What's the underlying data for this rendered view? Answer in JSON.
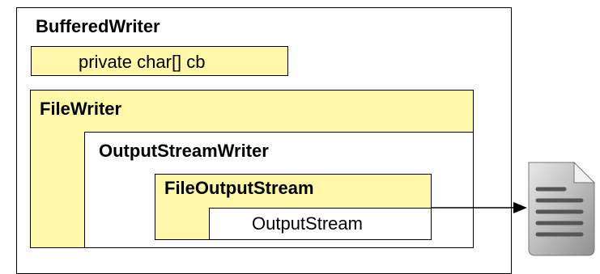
{
  "diagram": {
    "outer": {
      "title": "BufferedWriter"
    },
    "field": {
      "label": "private char[] cb"
    },
    "filewriter": {
      "title": "FileWriter"
    },
    "osw": {
      "title": "OutputStreamWriter"
    },
    "fos": {
      "title": "FileOutputStream"
    },
    "os": {
      "label": "OutputStream"
    },
    "colors": {
      "wrapper_fill": "#fff8a8",
      "border": "#000000",
      "doc_fill": "#b8b8b8",
      "doc_line": "#555555"
    },
    "target_icon": "document-icon"
  }
}
